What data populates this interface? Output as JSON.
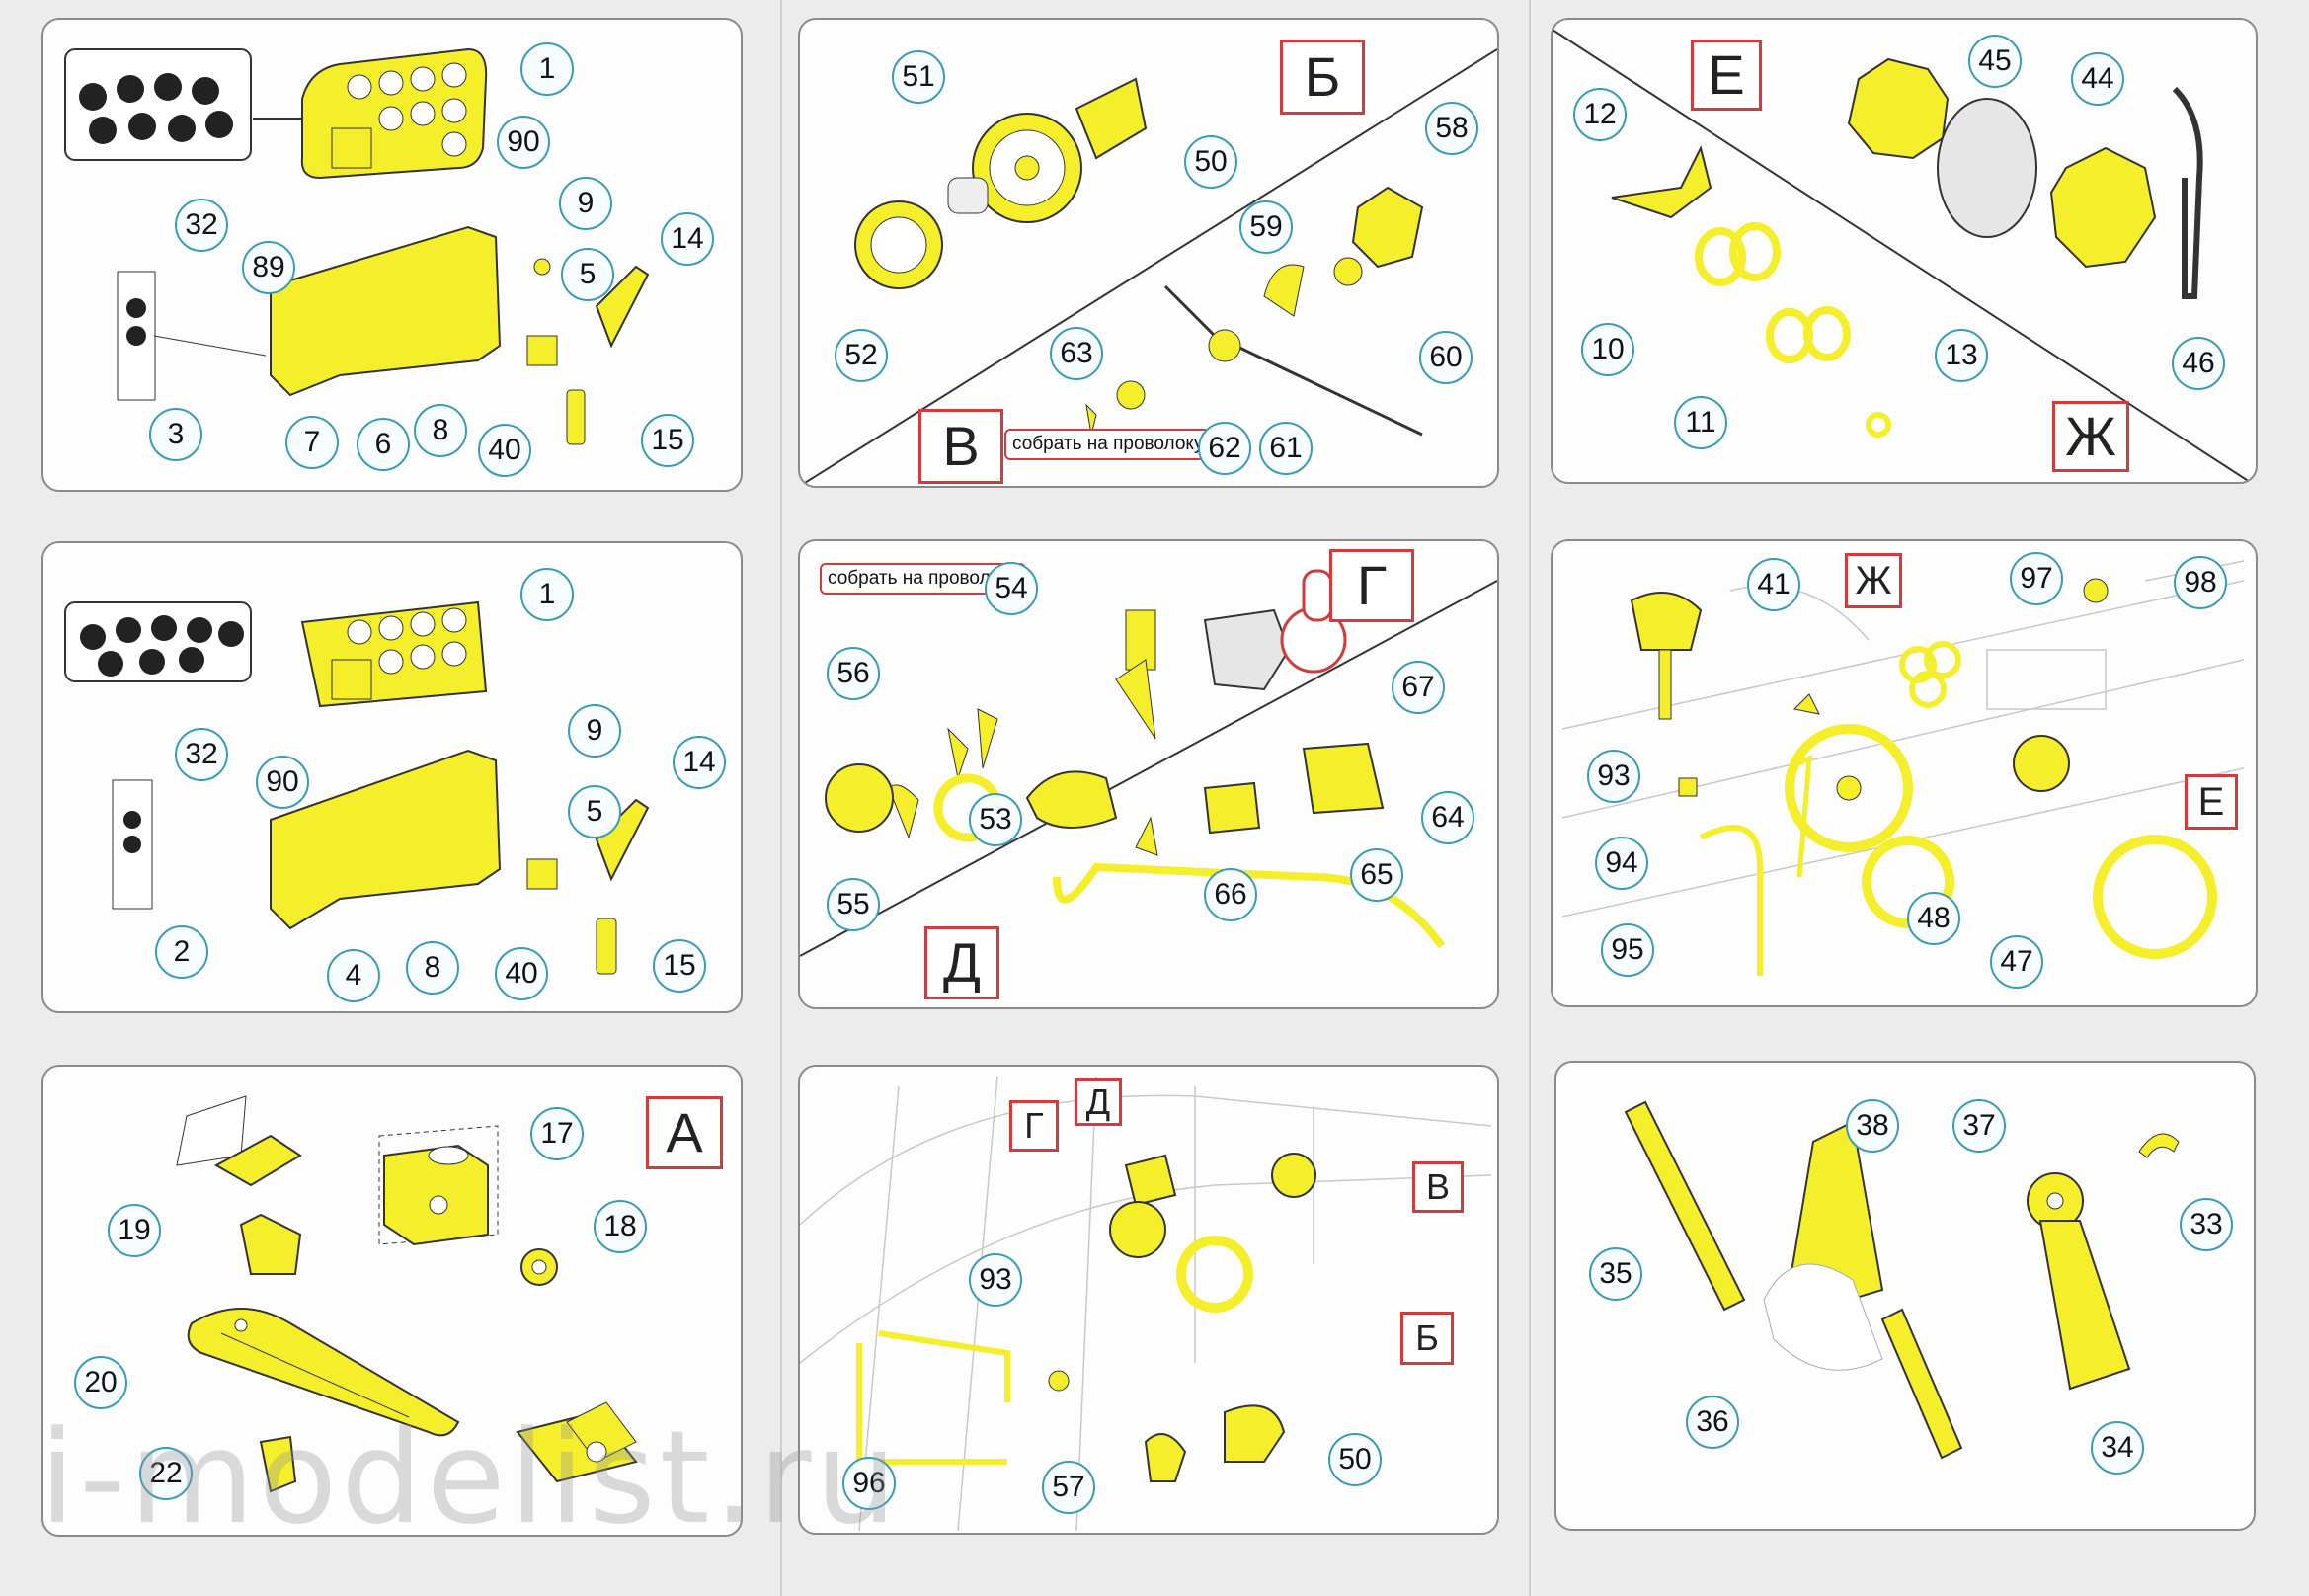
{
  "panels": [
    {
      "id": "p1",
      "callouts": [
        "1",
        "90",
        "32",
        "9",
        "89",
        "5",
        "14",
        "3",
        "7",
        "6",
        "8",
        "40",
        "15"
      ]
    },
    {
      "id": "p2",
      "letters": [
        "Б",
        "В"
      ],
      "callouts": [
        "51",
        "50",
        "58",
        "52",
        "59",
        "63",
        "60",
        "62",
        "61"
      ],
      "note": "собрать на проволоку"
    },
    {
      "id": "p3",
      "letters": [
        "Е",
        "Ж"
      ],
      "callouts": [
        "45",
        "44",
        "12",
        "10",
        "13",
        "11",
        "46"
      ]
    },
    {
      "id": "p4",
      "callouts": [
        "1",
        "32",
        "9",
        "90",
        "5",
        "14",
        "2",
        "4",
        "8",
        "40",
        "15"
      ]
    },
    {
      "id": "p5",
      "letters": [
        "Г",
        "Д"
      ],
      "callouts": [
        "54",
        "56",
        "53",
        "55",
        "67",
        "64",
        "65",
        "66"
      ],
      "note": "собрать на проволоку"
    },
    {
      "id": "p6",
      "letters": [
        "Ж",
        "Е"
      ],
      "callouts": [
        "41",
        "97",
        "98",
        "93",
        "94",
        "95",
        "48",
        "47"
      ]
    },
    {
      "id": "p7",
      "letters": [
        "А"
      ],
      "callouts": [
        "17",
        "19",
        "18",
        "20",
        "22"
      ]
    },
    {
      "id": "p8",
      "letters": [
        "Г",
        "Д",
        "В",
        "Б"
      ],
      "callouts": [
        "93",
        "96",
        "57",
        "50"
      ]
    },
    {
      "id": "p9",
      "callouts": [
        "38",
        "37",
        "33",
        "35",
        "36",
        "34"
      ]
    }
  ],
  "watermark": "i-modelist.ru",
  "colors": {
    "part_fill": "#f5ee2a",
    "callout_ring": "#3a9bb5",
    "letter_frame": "#d23b3b",
    "line": "#333333"
  }
}
